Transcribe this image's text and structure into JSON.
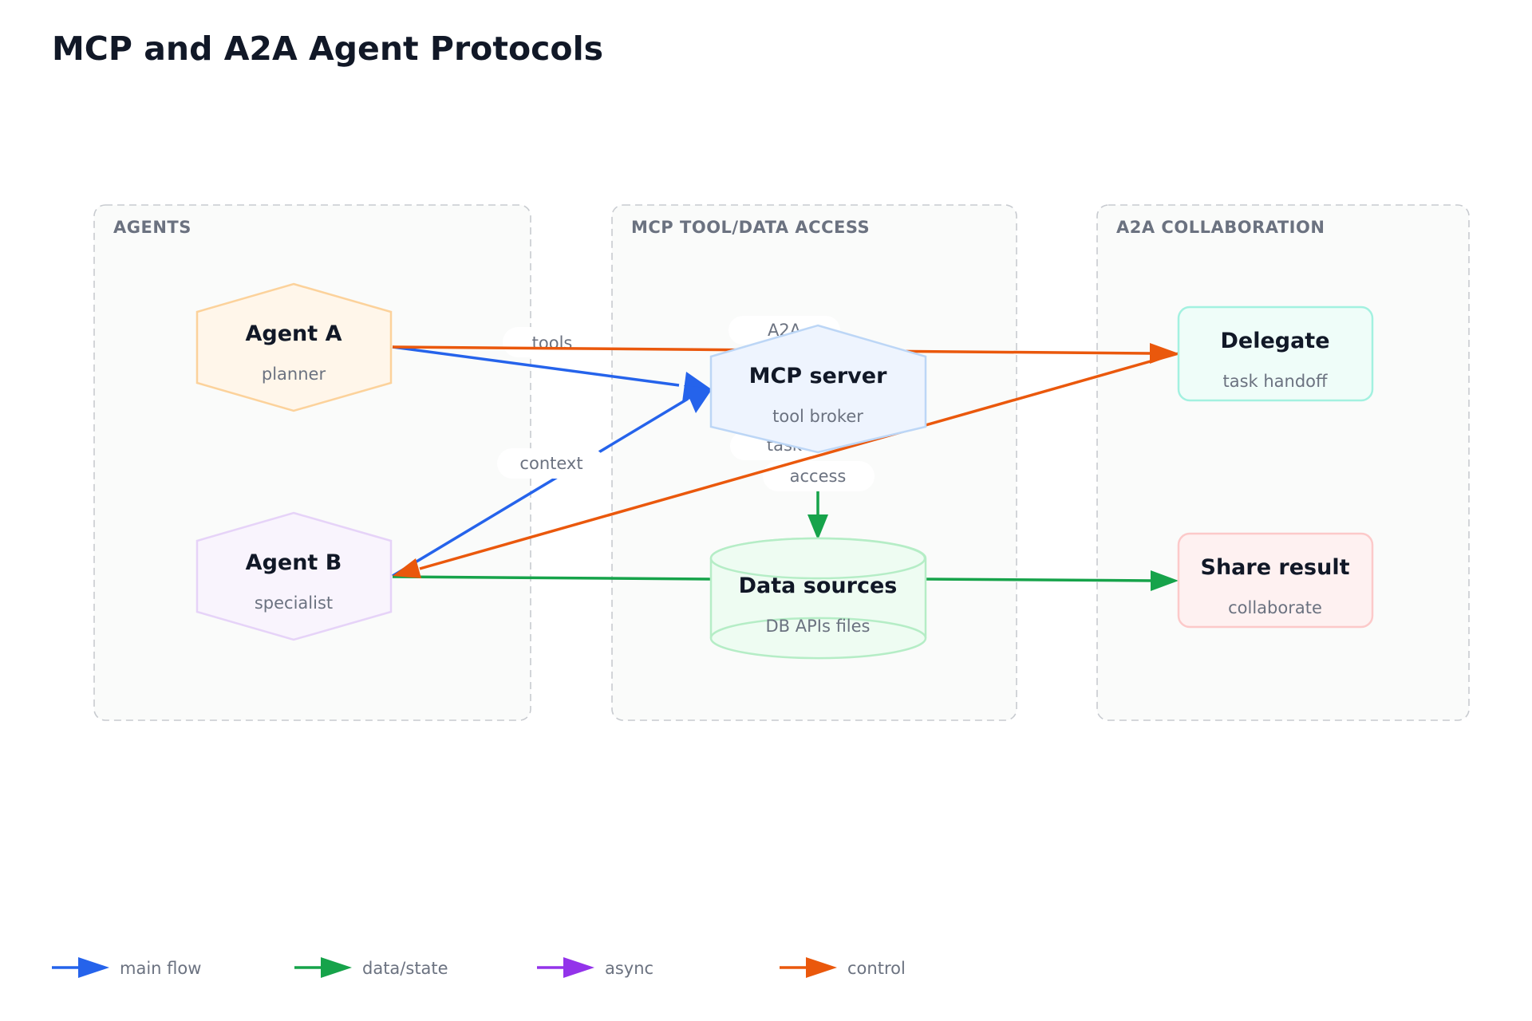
{
  "title": "MCP and A2A Agent Protocols",
  "groups": {
    "agents": "AGENTS",
    "mcp": "MCP TOOL/DATA ACCESS",
    "a2a": "A2A COLLABORATION"
  },
  "nodes": {
    "agent_a": {
      "title": "Agent A",
      "subtitle": "planner"
    },
    "agent_b": {
      "title": "Agent B",
      "subtitle": "specialist"
    },
    "mcp_server": {
      "title": "MCP server",
      "subtitle": "tool broker"
    },
    "data_sources": {
      "title": "Data sources",
      "subtitle": "DB APIs files"
    },
    "delegate": {
      "title": "Delegate",
      "subtitle": "task handoff"
    },
    "share_result": {
      "title": "Share result",
      "subtitle": "collaborate"
    }
  },
  "edges": {
    "tools": "tools",
    "a2a": "A2A",
    "context": "context",
    "task": "task",
    "access": "access"
  },
  "legend": {
    "main_flow": "main flow",
    "data_state": "data/state",
    "async": "async",
    "control": "control"
  },
  "colors": {
    "main_flow": "#2563eb",
    "data_state": "#16a34a",
    "async": "#9333ea",
    "control": "#ea580c"
  }
}
